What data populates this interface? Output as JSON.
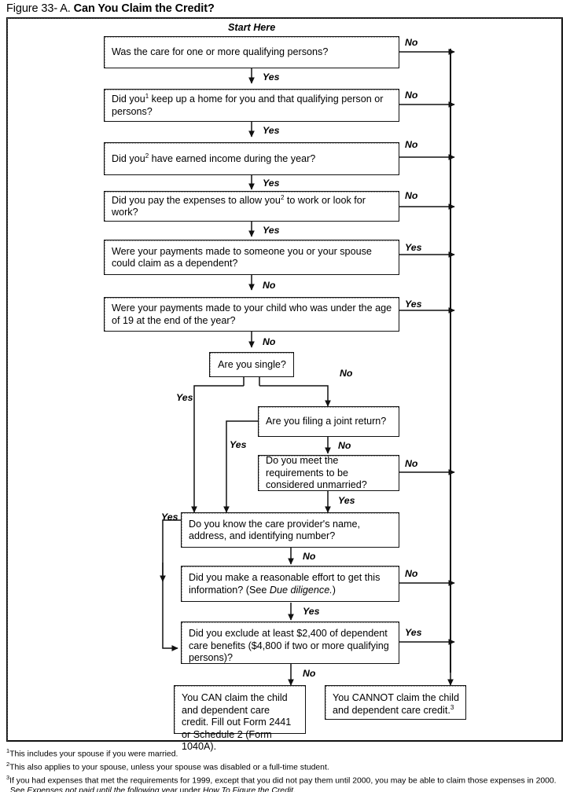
{
  "figure": {
    "caption_number": "Figure 33- A.",
    "caption_title": "Can You Claim the Credit?",
    "start_label": "Start Here"
  },
  "nodes": {
    "q1": {
      "text": "Was the care for one or more qualifying persons?"
    },
    "q2": {
      "pre": "Did you",
      "sup": "1",
      "post": " keep up a home for you and that qualifying person or persons?"
    },
    "q3": {
      "pre": "Did you",
      "sup": "2",
      "post": " have earned income during the year?"
    },
    "q4": {
      "pre": "Did you pay the expenses to allow you",
      "sup": "2",
      "post": " to work or look for work?"
    },
    "q5": {
      "text": "Were your payments made to someone you or your spouse could claim as a dependent?"
    },
    "q6": {
      "text": "Were your payments made to your child who was under the age of 19 at the end of the year?"
    },
    "q7": {
      "text": "Are you single?"
    },
    "q8": {
      "text": "Are you filing a joint return?"
    },
    "q9": {
      "text": "Do you meet the requirements to be considered unmarried?"
    },
    "q10": {
      "text": "Do you know the care provider's name, address, and identifying number?"
    },
    "q11": {
      "pre": "Did you make a reasonable effort to get this information? (See ",
      "ital": "Due diligence.",
      "post": ")"
    },
    "q12": {
      "text": "Did you exclude at least $2,400 of dependent care benefits ($4,800 if two or more qualifying persons)?"
    },
    "can": {
      "text": "You CAN claim the child and dependent care credit. Fill out Form 2441 or Schedule 2 (Form 1040A)."
    },
    "cannot": {
      "pre": "You CANNOT claim the child and dependent care credit.",
      "sup": "3"
    }
  },
  "edge_labels": {
    "yes": "Yes",
    "no": "No",
    "q1_no": "No",
    "q1_yes": "Yes",
    "q2_no": "No",
    "q2_yes": "Yes",
    "q3_no": "No",
    "q3_yes": "Yes",
    "q4_no": "No",
    "q4_yes": "Yes",
    "q5_yes": "Yes",
    "q5_no": "No",
    "q6_yes": "Yes",
    "q6_no": "No",
    "q7_yes": "Yes",
    "q7_no": "No",
    "q8_yes": "Yes",
    "q8_no": "No",
    "q9_no": "No",
    "q9_yes": "Yes",
    "q10_yes": "Yes",
    "q10_no": "No",
    "q11_no": "No",
    "q11_yes": "Yes",
    "q12_yes": "Yes",
    "q12_no": "No"
  },
  "footnotes": [
    {
      "sup": "1",
      "text": "This includes your spouse if you were married."
    },
    {
      "sup": "2",
      "text": "This also applies to your spouse, unless your spouse was disabled or a full-time student."
    },
    {
      "sup": "3",
      "text": "If you had expenses that met the requirements for 1999, except that you did not pay them until 2000, you may be able to claim those expenses in 2000."
    }
  ],
  "footnote_continuation": {
    "lead": "See ",
    "ital1": "Expenses not paid until the following year",
    "mid": " under ",
    "ital2": "How To Figure the Credit",
    "end": "."
  },
  "colors": {
    "ink": "#111111",
    "background": "#ffffff",
    "bevel": "#777777"
  },
  "chart_data": {
    "type": "diagram",
    "title": "Can You Claim the Credit?",
    "flow": [
      {
        "id": "q1",
        "yes": "q2",
        "no": "cannot"
      },
      {
        "id": "q2",
        "yes": "q3",
        "no": "cannot"
      },
      {
        "id": "q3",
        "yes": "q4",
        "no": "cannot"
      },
      {
        "id": "q4",
        "yes": "q5",
        "no": "cannot"
      },
      {
        "id": "q5",
        "yes": "cannot",
        "no": "q6"
      },
      {
        "id": "q6",
        "yes": "cannot",
        "no": "q7"
      },
      {
        "id": "q7",
        "yes": "q10",
        "no": "q8"
      },
      {
        "id": "q8",
        "yes": "q10",
        "no": "q9"
      },
      {
        "id": "q9",
        "yes": "q10",
        "no": "cannot"
      },
      {
        "id": "q10",
        "yes": "q12",
        "no": "q11"
      },
      {
        "id": "q11",
        "yes": "q12",
        "no": "cannot"
      },
      {
        "id": "q12",
        "yes": "cannot",
        "no": "can"
      }
    ]
  }
}
